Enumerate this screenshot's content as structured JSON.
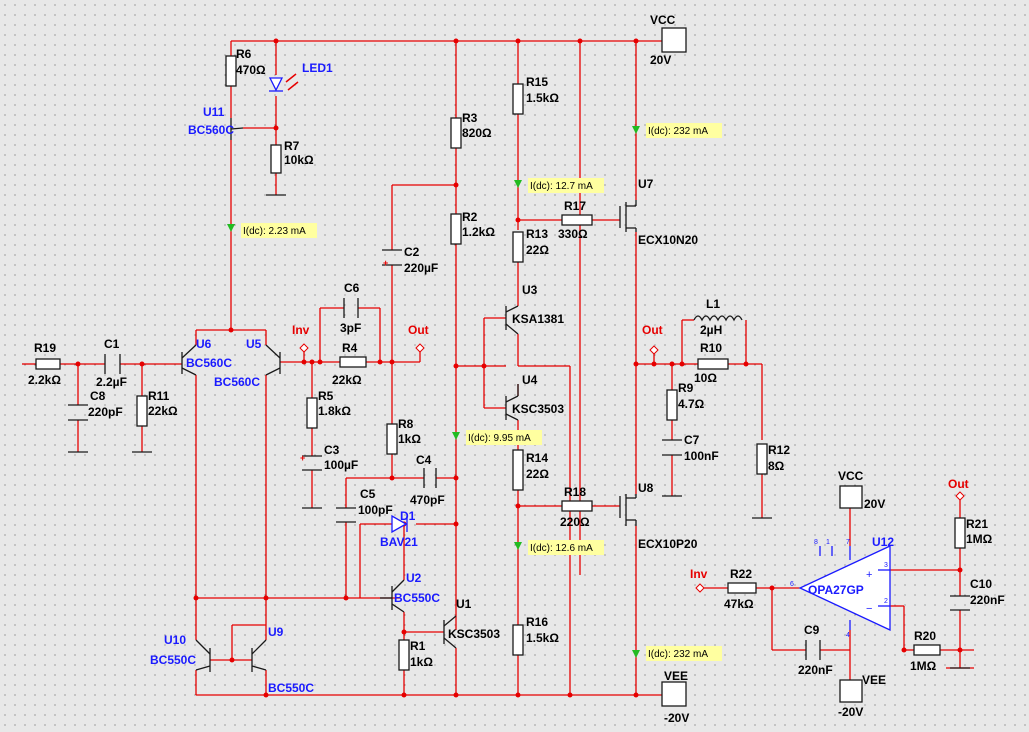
{
  "probes": {
    "p1": "I(dc): 232 mA",
    "p2": "I(dc): 12.7 mA",
    "p3": "I(dc): 2.23 mA",
    "p4": "I(dc): 9.95 mA",
    "p5": "I(dc): 12.6 mA",
    "p6": "I(dc): 232 mA"
  },
  "ports": {
    "vcc_label": "VCC",
    "vcc_value": "20V",
    "vee_label": "VEE",
    "vee_value": "-20V",
    "vcc2_label": "VCC",
    "vcc2_value": "20V",
    "vee2_label": "VEE",
    "vee2_value": "-20V",
    "inv_label": "Inv",
    "out_label": "Out",
    "out2_label": "Out",
    "inv2_label": "Inv",
    "out3_label": "Out"
  },
  "components": {
    "R1": {
      "ref": "R1",
      "value": "1kΩ"
    },
    "R2": {
      "ref": "R2",
      "value": "1.2kΩ"
    },
    "R3": {
      "ref": "R3",
      "value": "820Ω"
    },
    "R4": {
      "ref": "R4",
      "value": "22kΩ"
    },
    "R5": {
      "ref": "R5",
      "value": "1.8kΩ"
    },
    "R6": {
      "ref": "R6",
      "value": "470Ω"
    },
    "R7": {
      "ref": "R7",
      "value": "10kΩ"
    },
    "R8": {
      "ref": "R8",
      "value": "1kΩ"
    },
    "R9": {
      "ref": "R9",
      "value": "4.7Ω"
    },
    "R10": {
      "ref": "R10",
      "value": "10Ω"
    },
    "R11": {
      "ref": "R11",
      "value": "22kΩ"
    },
    "R12": {
      "ref": "R12",
      "value": "8Ω"
    },
    "R13": {
      "ref": "R13",
      "value": "22Ω"
    },
    "R14": {
      "ref": "R14",
      "value": "22Ω"
    },
    "R15": {
      "ref": "R15",
      "value": "1.5kΩ"
    },
    "R16": {
      "ref": "R16",
      "value": "1.5kΩ"
    },
    "R17": {
      "ref": "R17",
      "value": "330Ω"
    },
    "R18": {
      "ref": "R18",
      "value": "220Ω"
    },
    "R19": {
      "ref": "R19",
      "value": "2.2kΩ"
    },
    "R20": {
      "ref": "R20",
      "value": "1MΩ"
    },
    "R21": {
      "ref": "R21",
      "value": "1MΩ"
    },
    "R22": {
      "ref": "R22",
      "value": "47kΩ"
    },
    "C1": {
      "ref": "C1",
      "value": "2.2µF"
    },
    "C2": {
      "ref": "C2",
      "value": "220µF"
    },
    "C3": {
      "ref": "C3",
      "value": "100µF"
    },
    "C4": {
      "ref": "C4",
      "value": "470pF"
    },
    "C5": {
      "ref": "C5",
      "value": "100pF"
    },
    "C6": {
      "ref": "C6",
      "value": "3pF"
    },
    "C7": {
      "ref": "C7",
      "value": "100nF"
    },
    "C8": {
      "ref": "C8",
      "value": "220pF"
    },
    "C9": {
      "ref": "C9",
      "value": "220nF"
    },
    "C10": {
      "ref": "C10",
      "value": "220nF"
    },
    "L1": {
      "ref": "L1",
      "value": "2µH"
    },
    "LED1": {
      "ref": "LED1"
    },
    "D1": {
      "ref": "D1",
      "value": "BAV21"
    },
    "U1": {
      "ref": "U1",
      "value": "KSC3503"
    },
    "U2": {
      "ref": "U2",
      "value": "BC550C"
    },
    "U3": {
      "ref": "U3",
      "value": "KSA1381"
    },
    "U4": {
      "ref": "U4",
      "value": "KSC3503"
    },
    "U5": {
      "ref": "U5",
      "value": "BC560C"
    },
    "U6": {
      "ref": "U6",
      "value": "BC560C"
    },
    "U7": {
      "ref": "U7",
      "value": "ECX10N20"
    },
    "U8": {
      "ref": "U8",
      "value": "ECX10P20"
    },
    "U9": {
      "ref": "U9",
      "value": "BC550C"
    },
    "U10": {
      "ref": "U10",
      "value": "BC550C"
    },
    "U11": {
      "ref": "U11",
      "value": "BC560C"
    },
    "U12": {
      "ref": "U12",
      "value": "OPA27GP"
    }
  },
  "opamp_pins": {
    "p1": "8",
    "p2": "1",
    "p3": "7",
    "p4": "3",
    "p5": "2",
    "p6": "6",
    "p7": "4"
  }
}
